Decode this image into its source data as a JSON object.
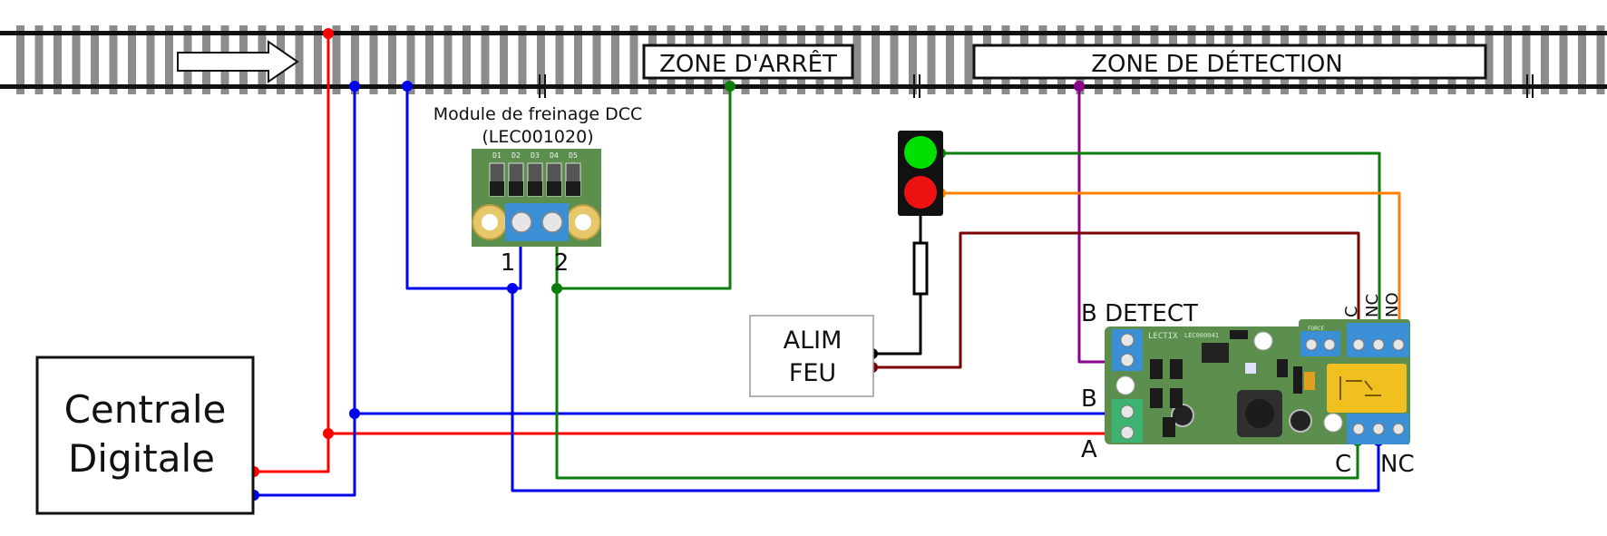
{
  "labels": {
    "zone_arret": "ZONE D'ARRÊT",
    "zone_detection": "ZONE DE DÉTECTION",
    "module_title_line1": "Module de freinage DCC",
    "module_title_line2": "(LEC001020)",
    "module_terminal_1": "1",
    "module_terminal_2": "2",
    "module_diodes": [
      "D1",
      "D2",
      "D3",
      "D4",
      "D5"
    ],
    "alim_line1": "ALIM",
    "alim_line2": "FEU",
    "centrale_line1": "Centrale",
    "centrale_line2": "Digitale",
    "b_detect": "B DETECT",
    "input_b": "B",
    "input_a": "A",
    "relay_c_bottom": "C",
    "relay_nc_bottom": "NC",
    "relay_c_top": "C",
    "relay_nc_top": "NC",
    "relay_no_top": "NO",
    "board_brand": "LECTIX",
    "board_ref": "LEC000041",
    "board_force": "FORCE"
  },
  "colors": {
    "red_wire": "#ff0000",
    "blue_wire": "#0000ee",
    "green_wire": "#0a7d0a",
    "purple_wire": "#8b008b",
    "orange_wire": "#ff7f00",
    "darkred_wire": "#7b0000",
    "black_wire": "#000000",
    "signal_green": "#00e000",
    "signal_red": "#ee1111",
    "pcb_green": "#5c8f4e",
    "terminal_blue": "#3b8fd4",
    "terminal_green": "#3cb371",
    "relay_yellow": "#f0c020"
  },
  "icons": {
    "direction": "direction-arrow-icon",
    "signal": "traffic-light-icon",
    "resistor": "resistor-icon"
  }
}
